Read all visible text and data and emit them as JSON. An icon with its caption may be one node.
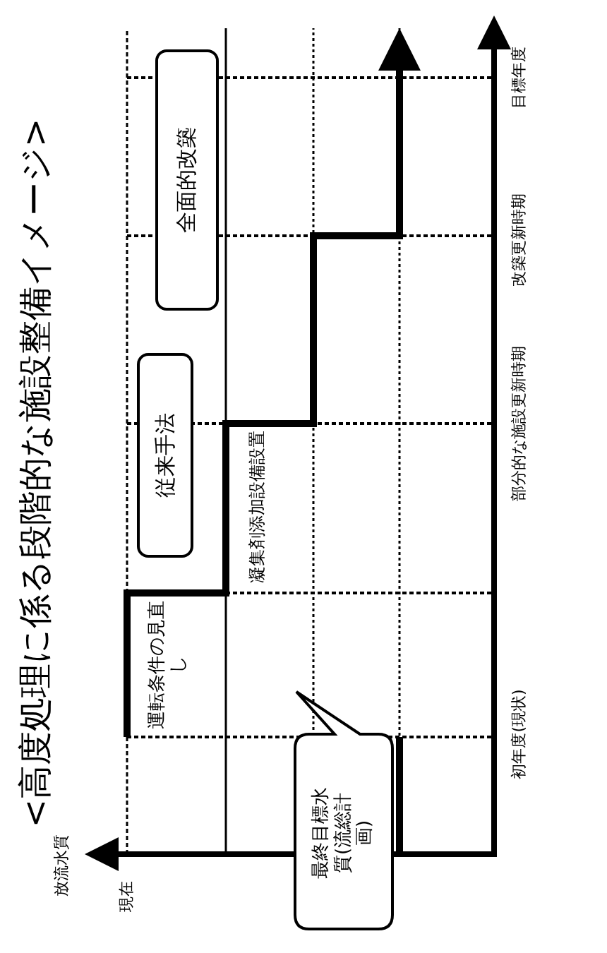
{
  "diagram": {
    "title": "<高度処理に係る段階的な施設整備イメージ>",
    "nodes": [
      {
        "text": [
          "従来手法"
        ]
      },
      {
        "text": [
          "全面的改築"
        ]
      },
      {
        "text": [
          "最終目標水質(流総計画)"
        ]
      }
    ],
    "labels": [
      "放流水質",
      "現在",
      "運転条件の見直し",
      "凝集剤添加設備設置",
      "初年度(現状)",
      "部分的な施設更新時期",
      "改築更新時期",
      "目標年度"
    ]
  }
}
